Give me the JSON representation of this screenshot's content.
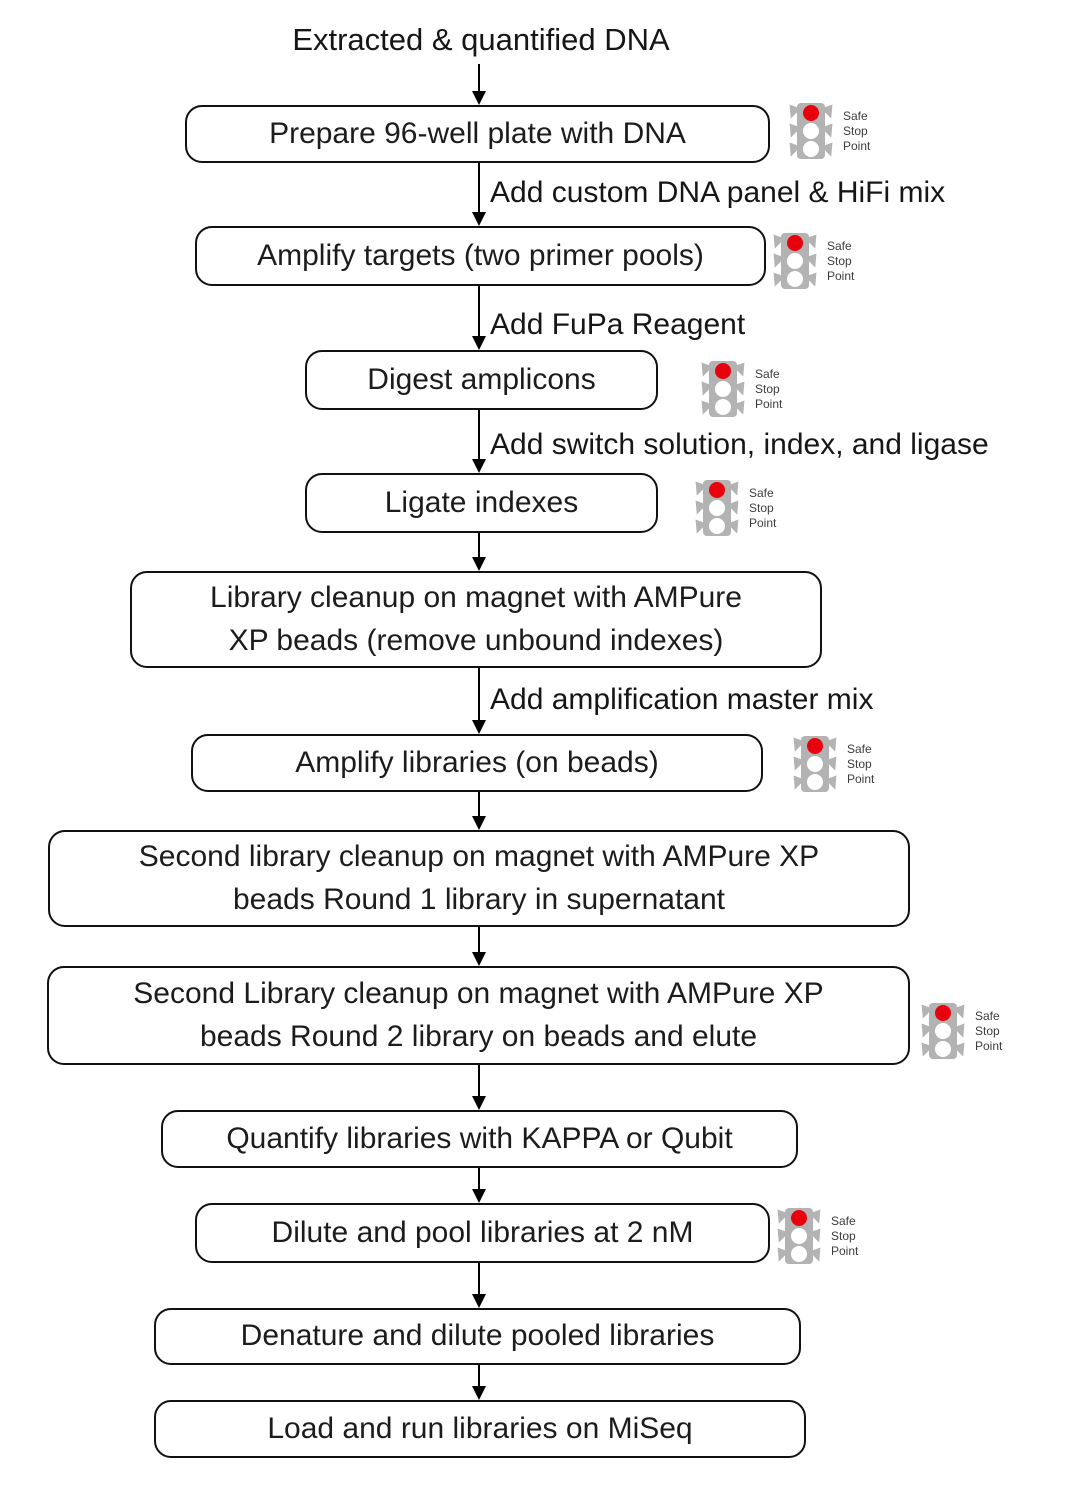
{
  "diagram_type": "flowchart",
  "title": "Extracted & quantified DNA",
  "stoplight": {
    "label_lines": [
      "Safe",
      "Stop",
      "Point"
    ],
    "red_color": "#e8000d",
    "body_color": "#b3b3b3"
  },
  "nodes": [
    {
      "label": "Prepare 96-well plate with DNA",
      "safe_stop_point": true
    },
    {
      "label": "Amplify targets (two primer pools)",
      "safe_stop_point": true
    },
    {
      "label": "Digest amplicons",
      "safe_stop_point": true
    },
    {
      "label": "Ligate indexes",
      "safe_stop_point": true
    },
    {
      "label": "Library cleanup on magnet with AMPure\nXP beads (remove unbound indexes)",
      "safe_stop_point": false
    },
    {
      "label": "Amplify libraries (on beads)",
      "safe_stop_point": true
    },
    {
      "label": "Second library cleanup on magnet with AMPure XP\nbeads Round 1 library in supernatant",
      "safe_stop_point": false
    },
    {
      "label": "Second Library cleanup on magnet with AMPure XP\nbeads Round 2 library on beads and elute",
      "safe_stop_point": true
    },
    {
      "label": "Quantify libraries with KAPPA or Qubit",
      "safe_stop_point": false
    },
    {
      "label": "Dilute and pool libraries at 2 nM",
      "safe_stop_point": true
    },
    {
      "label": "Denature and dilute pooled libraries",
      "safe_stop_point": false
    },
    {
      "label": "Load and run libraries on MiSeq",
      "safe_stop_point": false
    }
  ],
  "edge_labels": [
    "Add custom DNA panel & HiFi mix",
    "Add FuPa Reagent",
    "Add switch solution, index, and ligase",
    "Add amplification master mix"
  ]
}
